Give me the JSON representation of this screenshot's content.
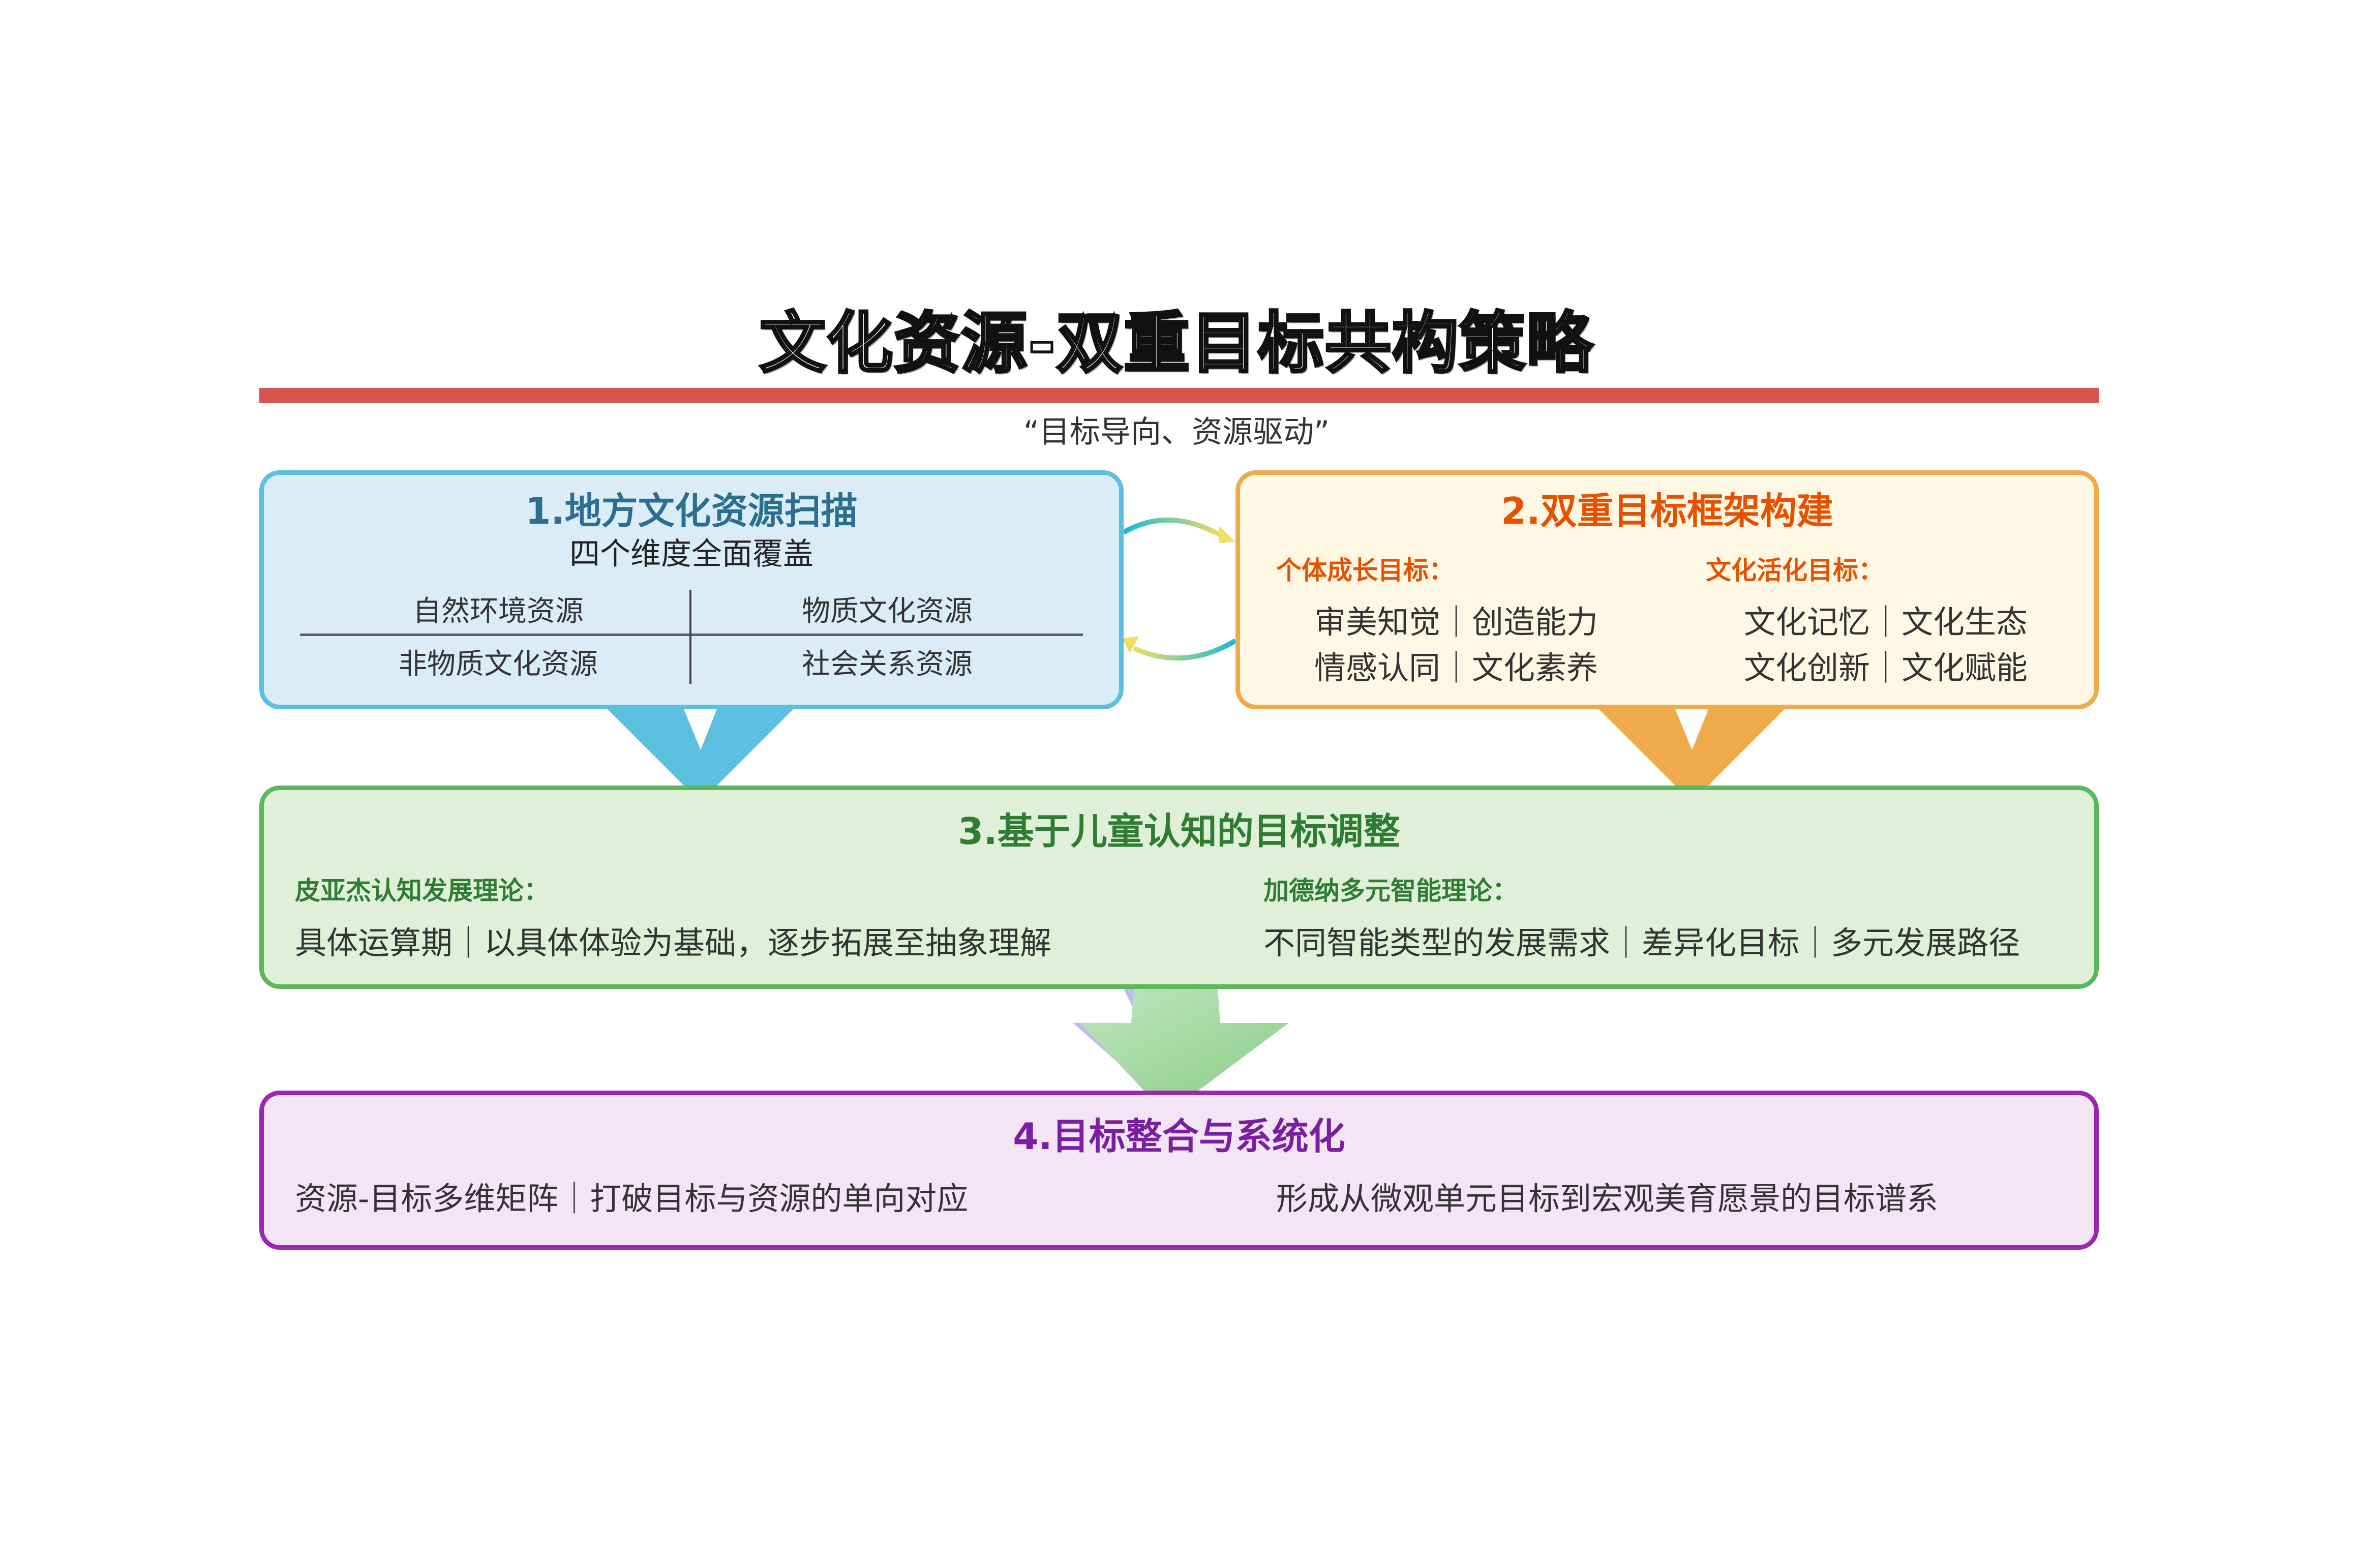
{
  "header": {
    "title": "文化资源-双重目标共构策略",
    "subtitle": "“目标导向、资源驱动”"
  },
  "colors": {
    "title_bar": "#d9534f",
    "step1": "#5bbfdf",
    "step2": "#efaa4b",
    "step3": "#5cb85c",
    "step4": "#9c27b0"
  },
  "step1": {
    "title": "1.地方文化资源扫描",
    "subtitle": "四个维度全面覆盖",
    "grid": [
      "自然环境资源",
      "物质文化资源",
      "非物质文化资源",
      "社会关系资源"
    ]
  },
  "step2": {
    "title": "2.双重目标框架构建",
    "columns": [
      {
        "label": "个体成长目标：",
        "lines": [
          "审美知觉｜创造能力",
          "情感认同｜文化素养"
        ]
      },
      {
        "label": "文化活化目标：",
        "lines": [
          "文化记忆｜文化生态",
          "文化创新｜文化赋能"
        ]
      }
    ]
  },
  "step3": {
    "title": "3.基于儿童认知的目标调整",
    "columns": [
      {
        "label": "皮亚杰认知发展理论：",
        "text": "具体运算期｜以具体体验为基础，逐步拓展至抽象理解"
      },
      {
        "label": "加德纳多元智能理论：",
        "text": "不同智能类型的发展需求｜差异化目标｜多元发展路径"
      }
    ]
  },
  "step4": {
    "title": "4.目标整合与系统化",
    "left_text": "资源-目标多维矩阵｜打破目标与资源的单向对应",
    "right_text": "形成从微观单元目标到宏观美育愿景的目标谱系"
  },
  "connectors": {
    "bidirectional": "step1 ⇄ step2",
    "merge": "step1, step2 → step3",
    "flow": "step3 → step4"
  }
}
